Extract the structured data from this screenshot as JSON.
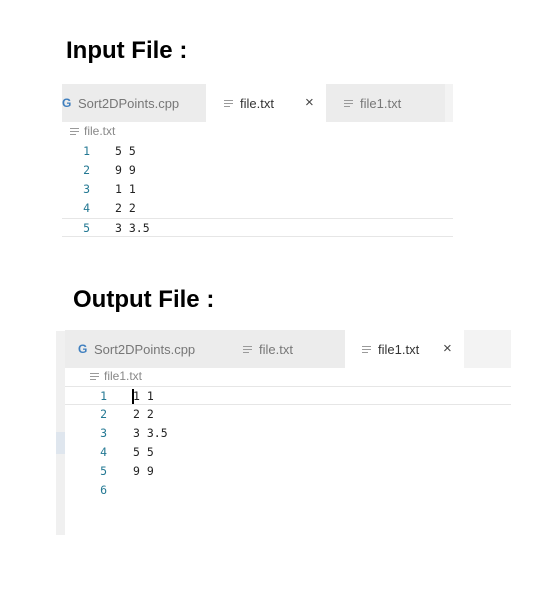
{
  "input_heading": "Input File :",
  "output_heading": "Output File :",
  "input_panel": {
    "tabs": [
      {
        "label": "Sort2DPoints.cpp",
        "icon": "cpp-file-icon",
        "active": false
      },
      {
        "label": "file.txt",
        "icon": "text-file-icon",
        "active": true,
        "close": "×"
      },
      {
        "label": "file1.txt",
        "icon": "text-file-icon",
        "active": false
      }
    ],
    "breadcrumb": "file.txt",
    "lines": [
      {
        "num": "1",
        "text": "5 5"
      },
      {
        "num": "2",
        "text": "9 9"
      },
      {
        "num": "3",
        "text": "1 1"
      },
      {
        "num": "4",
        "text": "2 2"
      },
      {
        "num": "5",
        "text": "3 3.5"
      }
    ]
  },
  "output_panel": {
    "tabs": [
      {
        "label": "Sort2DPoints.cpp",
        "icon": "cpp-file-icon",
        "active": false
      },
      {
        "label": "file.txt",
        "icon": "text-file-icon",
        "active": false
      },
      {
        "label": "file1.txt",
        "icon": "text-file-icon",
        "active": true,
        "close": "×"
      }
    ],
    "breadcrumb": "file1.txt",
    "lines": [
      {
        "num": "1",
        "text": "1 1"
      },
      {
        "num": "2",
        "text": "2 2"
      },
      {
        "num": "3",
        "text": "3 3.5"
      },
      {
        "num": "4",
        "text": "5 5"
      },
      {
        "num": "5",
        "text": "9 9"
      },
      {
        "num": "6",
        "text": ""
      }
    ]
  },
  "colors": {
    "tab_inactive": "#ececec",
    "tab_active": "#ffffff",
    "line_number": "#237893",
    "cpp_icon": "#3f7fbf"
  }
}
